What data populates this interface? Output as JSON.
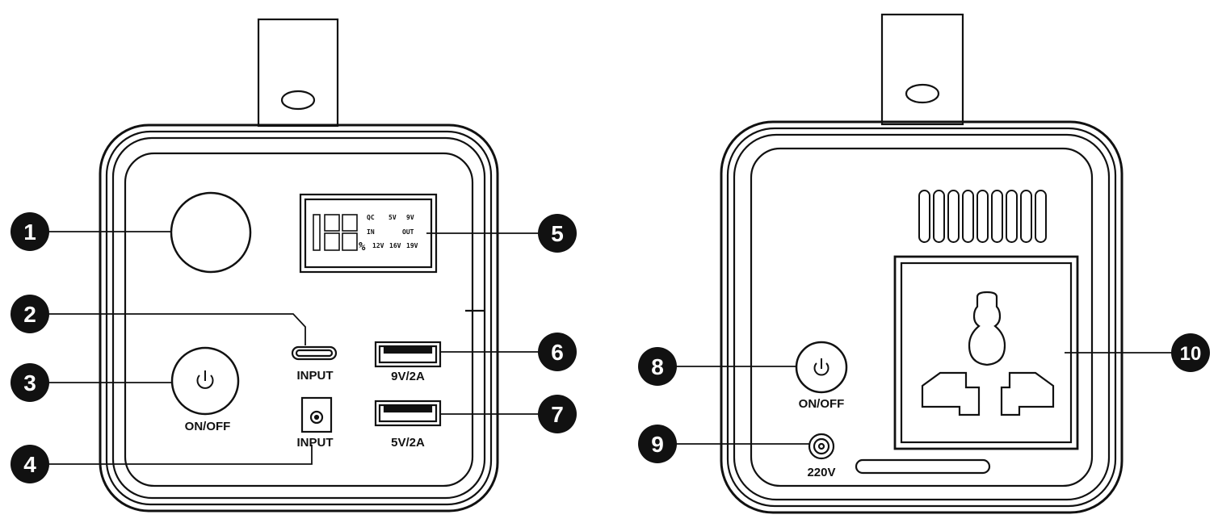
{
  "front_panel": {
    "usb_c_label": "INPUT",
    "dc_input_label": "INPUT",
    "power_label": "ON/OFF",
    "usb_a_top_label": "9V/2A",
    "usb_a_bottom_label": "5V/2A",
    "display": {
      "digits": "188",
      "percent": "%",
      "qc": "QC",
      "v5": "5V",
      "v9": "9V",
      "in": "IN",
      "out": "OUT",
      "v12": "12V",
      "v16": "16V",
      "v19": "19V"
    }
  },
  "back_panel": {
    "power_label": "ON/OFF",
    "dc_label": "220V"
  },
  "callouts": [
    "1",
    "2",
    "3",
    "4",
    "5",
    "6",
    "7",
    "8",
    "9",
    "10"
  ]
}
